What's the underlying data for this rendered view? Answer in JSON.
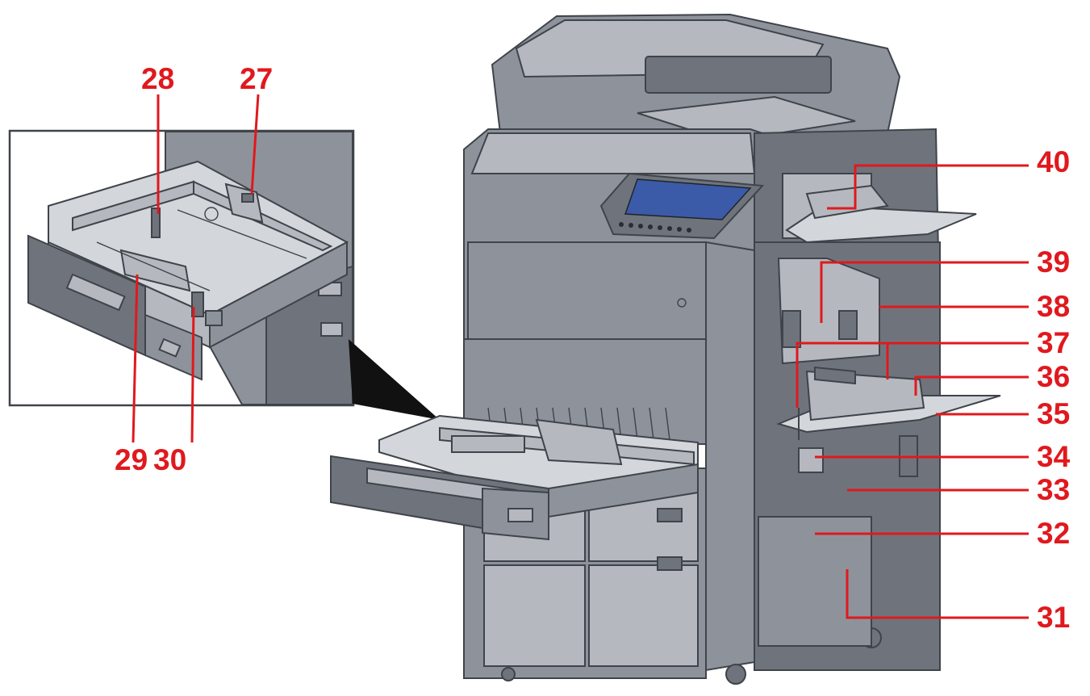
{
  "callouts": {
    "c27": "27",
    "c28": "28",
    "c29": "29",
    "c30": "30",
    "c31": "31",
    "c32": "32",
    "c33": "33",
    "c34": "34",
    "c35": "35",
    "c36": "36",
    "c37": "37",
    "c38": "38",
    "c39": "39",
    "c40": "40"
  },
  "colors": {
    "callout": "#e0191e",
    "machine_body": "#8e939b",
    "machine_outline": "#3f434a",
    "panel_screen": "#3b5ba8"
  },
  "icons": {
    "inset_pointer": "zoom-wedge-icon"
  }
}
